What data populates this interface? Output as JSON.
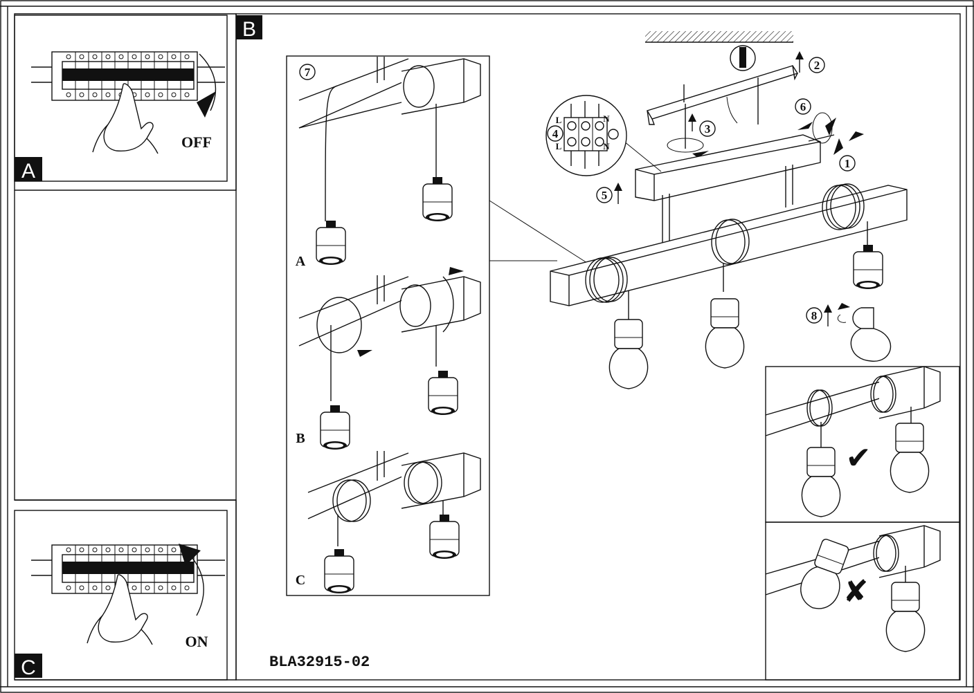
{
  "panels": {
    "a": {
      "tag": "A",
      "text": "OFF"
    },
    "b": {
      "tag": "B"
    },
    "c": {
      "tag": "C",
      "text": "ON"
    }
  },
  "steps": [
    "1",
    "2",
    "3",
    "4",
    "5",
    "6",
    "7",
    "8"
  ],
  "variants": [
    "A",
    "B",
    "C"
  ],
  "terminal_labels": {
    "left_top": "L",
    "left_bottom": "L",
    "right_top": "N",
    "right_bottom": "N"
  },
  "correct_mark": "✔",
  "wrong_mark": "✘",
  "document_code": "BLA32915-02"
}
